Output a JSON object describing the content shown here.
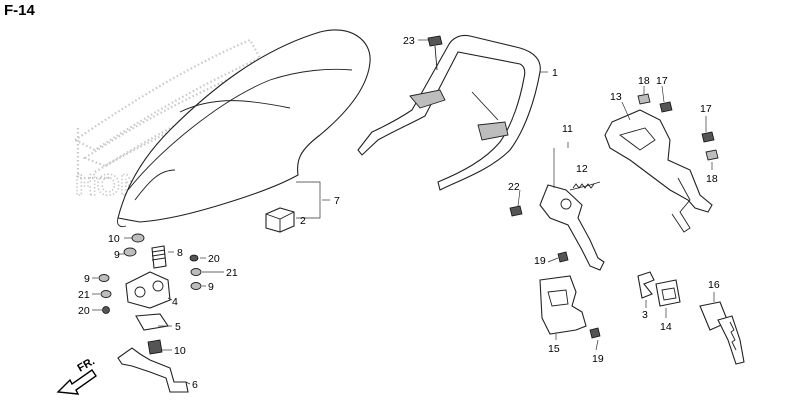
{
  "page": {
    "title": "F-14",
    "watermark_text": "HONDA",
    "direction_label": "FR."
  },
  "callouts": {
    "c1": "1",
    "c2": "2",
    "c3": "3",
    "c4": "4",
    "c5": "5",
    "c6": "6",
    "c7": "7",
    "c8": "8",
    "c9a": "9",
    "c9b": "9",
    "c9c": "9",
    "c10a": "10",
    "c10b": "10",
    "c11": "11",
    "c12": "12",
    "c13": "13",
    "c14": "14",
    "c15": "15",
    "c16": "16",
    "c17a": "17",
    "c17b": "17",
    "c18a": "18",
    "c18b": "18",
    "c19a": "19",
    "c19b": "19",
    "c20a": "20",
    "c20b": "20",
    "c21a": "21",
    "c21b": "21",
    "c22": "22",
    "c23": "23"
  }
}
